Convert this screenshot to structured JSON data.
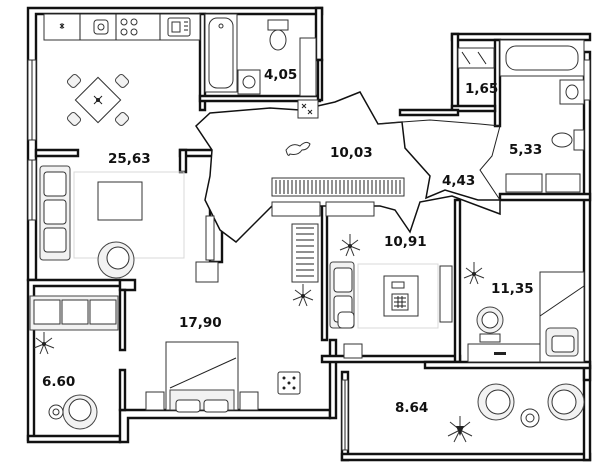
{
  "rooms": [
    {
      "id": "kitchen-living",
      "label": "25,63"
    },
    {
      "id": "bathroom-1",
      "label": "4,05"
    },
    {
      "id": "hall",
      "label": "10,03"
    },
    {
      "id": "wc",
      "label": "1,65"
    },
    {
      "id": "bathroom-2",
      "label": "5,33"
    },
    {
      "id": "corridor",
      "label": "4,43"
    },
    {
      "id": "bedroom-center",
      "label": "10,91"
    },
    {
      "id": "bedroom-right",
      "label": "11,35"
    },
    {
      "id": "bedroom-master",
      "label": "17,90"
    },
    {
      "id": "balcony-left",
      "label": "6.60"
    },
    {
      "id": "balcony-right",
      "label": "8.64"
    }
  ],
  "colors": {
    "walls": "#111111",
    "background": "#ffffff",
    "soft_furniture": "#f2f2f2"
  },
  "icons": [
    "plant-icon",
    "chair-icon",
    "bed-icon",
    "sofa-icon",
    "bathtub-icon",
    "toilet-icon",
    "sink-icon",
    "stove-icon",
    "desk-icon",
    "dining-table-icon"
  ]
}
